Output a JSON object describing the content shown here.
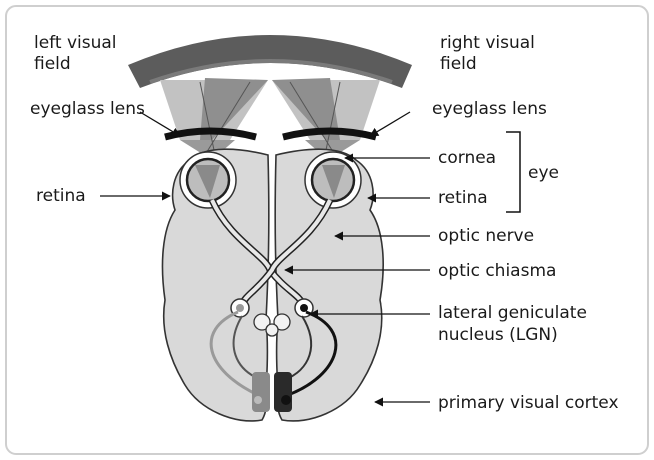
{
  "labels": {
    "left_visual_field_line1": "left visual",
    "left_visual_field_line2": "field",
    "right_visual_field_line1": "right visual",
    "right_visual_field_line2": "field",
    "eyeglass_lens_left": "eyeglass lens",
    "eyeglass_lens_right": "eyeglass lens",
    "cornea": "cornea",
    "eye": "eye",
    "retina_left": "retina",
    "retina_right": "retina",
    "optic_nerve": "optic nerve",
    "optic_chiasma": "optic chiasma",
    "lgn_line1": "lateral geniculate",
    "lgn_line2": "nucleus (LGN)",
    "primary_visual_cortex": "primary visual cortex"
  },
  "colors": {
    "brain_fill": "#d9d9d9",
    "visual_field_arc": "#4a4a4a",
    "light_beam_light": "#bdbdbd",
    "light_beam_dark": "#8a8a8a",
    "nerve_light": "#c8c8c8",
    "nerve_dark": "#1f1f1f",
    "outline": "#333333"
  }
}
